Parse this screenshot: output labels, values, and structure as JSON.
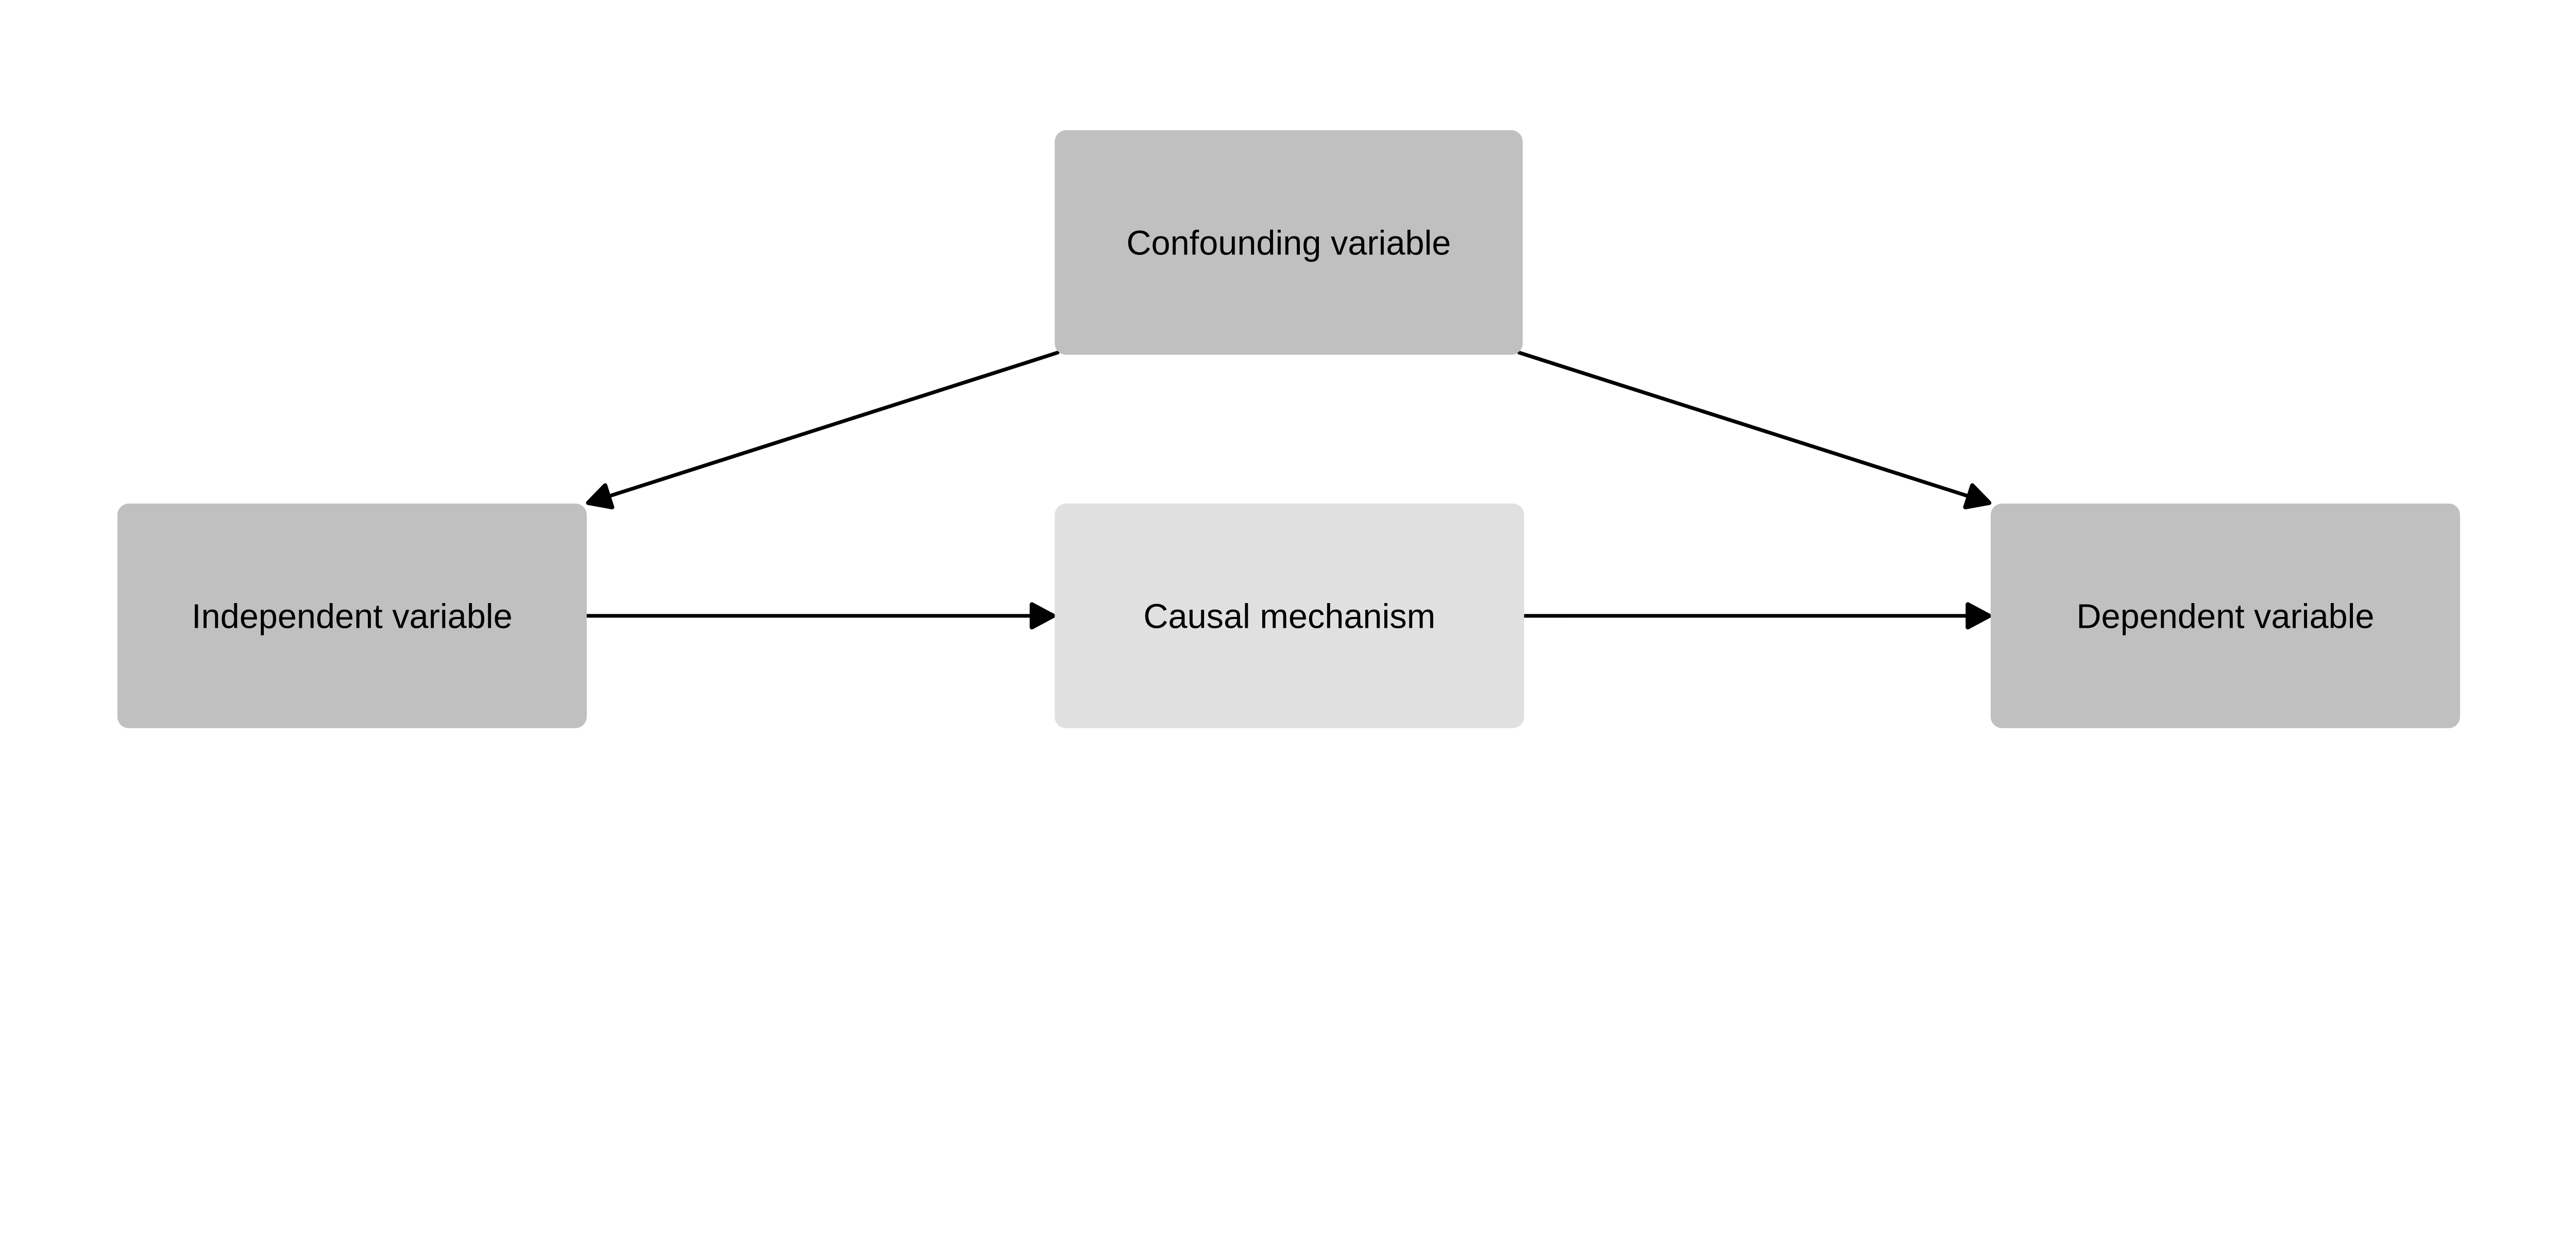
{
  "diagram": {
    "type": "flowchart",
    "background_color": "#ffffff",
    "text_color": "#000000",
    "edge_color": "#000000",
    "nodes": [
      {
        "id": "confounding",
        "label": "Confounding variable",
        "fill": "#c0c0c0",
        "row": "top",
        "column": "center"
      },
      {
        "id": "independent",
        "label": "Independent variable",
        "fill": "#c0c0c0",
        "row": "bottom",
        "column": "left"
      },
      {
        "id": "causal",
        "label": "Causal mechanism",
        "fill": "#e0e0e0",
        "row": "bottom",
        "column": "center"
      },
      {
        "id": "dependent",
        "label": "Dependent variable",
        "fill": "#c0c0c0",
        "row": "bottom",
        "column": "right"
      }
    ],
    "edges": [
      {
        "from": "confounding",
        "to": "independent",
        "style": "arrow"
      },
      {
        "from": "confounding",
        "to": "dependent",
        "style": "arrow"
      },
      {
        "from": "independent",
        "to": "causal",
        "style": "arrow"
      },
      {
        "from": "causal",
        "to": "dependent",
        "style": "arrow"
      }
    ]
  }
}
